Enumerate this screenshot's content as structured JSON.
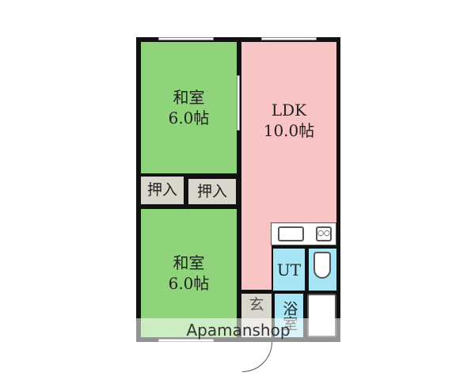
{
  "floorplan": {
    "rooms": {
      "washitsu_upper": {
        "name": "和室",
        "size": "6.0帖"
      },
      "washitsu_lower": {
        "name": "和室",
        "size": "6.0帖"
      },
      "oshiire_left": {
        "name": "押入"
      },
      "oshiire_right": {
        "name": "押入"
      },
      "ldk": {
        "name": "LDK",
        "size": "10.0帖"
      },
      "ut": {
        "name": "UT"
      },
      "bath": {
        "name": "浴室"
      },
      "genkan": {
        "name": "玄"
      }
    },
    "colors": {
      "washitsu": "#8fd47a",
      "ldk": "#f9c4c6",
      "wet_area": "#a8e6f5",
      "storage": "#d9d6cc",
      "wall": "#111111"
    }
  },
  "watermark": "Apamanshop"
}
